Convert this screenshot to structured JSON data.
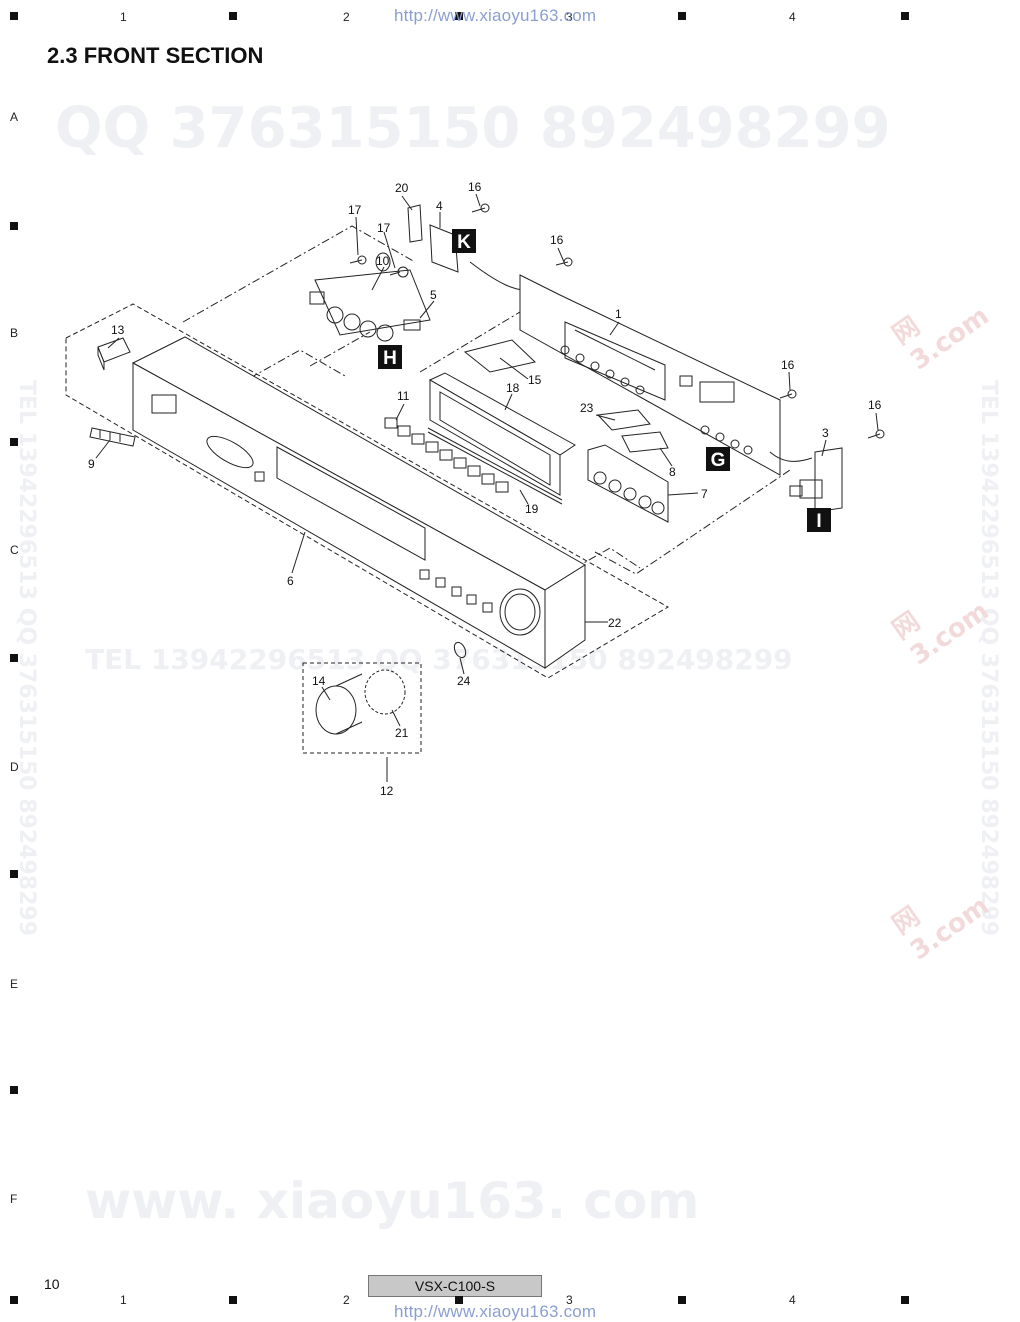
{
  "header": {
    "url": "http://www.xiaoyu163.com",
    "title": "2.3  FRONT SECTION"
  },
  "footer": {
    "url": "http://www.xiaoyu163.com",
    "page_number": "10",
    "model": "VSX-C100-S"
  },
  "grid": {
    "columns": [
      "1",
      "2",
      "3",
      "4"
    ],
    "rows": [
      "A",
      "B",
      "C",
      "D",
      "E",
      "F"
    ]
  },
  "watermarks": {
    "qq_line": "QQ 376315150   892498299",
    "tel_line": "TEL  13942296513    QQ 376315150  892498299",
    "side_line": "TEL 13942296513  QQ 376315150  892498299",
    "site_line": "www. xiaoyu163. com",
    "stamp": "网\n3.com"
  },
  "diagram": {
    "part_labels": {
      "p1": "1",
      "p3": "3",
      "p4": "4",
      "p5": "5",
      "p6": "6",
      "p7": "7",
      "p8": "8",
      "p9": "9",
      "p10": "10",
      "p11": "11",
      "p12": "12",
      "p13": "13",
      "p14": "14",
      "p15": "15",
      "p16a": "16",
      "p16b": "16",
      "p16c": "16",
      "p16d": "16",
      "p17a": "17",
      "p17b": "17",
      "p18": "18",
      "p19": "19",
      "p20": "20",
      "p21": "21",
      "p22": "22",
      "p23": "23",
      "p24": "24"
    },
    "boards": {
      "K": "K",
      "H": "H",
      "G": "G",
      "I": "I"
    }
  }
}
